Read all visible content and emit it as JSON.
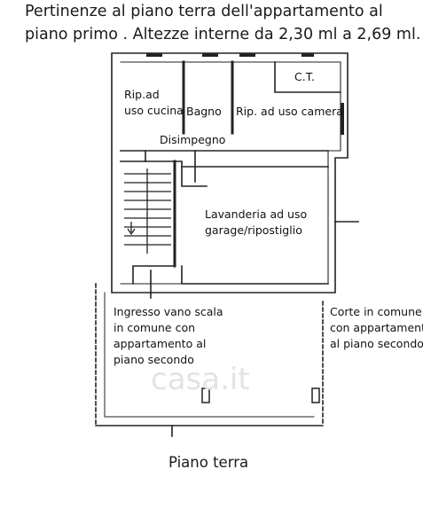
{
  "header": {
    "line1": "Pertinenze al piano terra  dell'appartamento al",
    "line2": "piano primo . Altezze interne da 2,30 ml a 2,69 ml."
  },
  "rooms": {
    "rip_cucina_1": "Rip.ad",
    "rip_cucina_2": "uso cucina",
    "bagno": "Bagno",
    "rip_camera": "Rip. ad uso camera",
    "ct": "C.T.",
    "disimpegno": "Disimpegno",
    "lavanderia_1": "Lavanderia ad uso",
    "lavanderia_2": "garage/ripostiglio",
    "ingresso_1": "Ingresso vano scala",
    "ingresso_2": "in comune con",
    "ingresso_3": "appartamento al",
    "ingresso_4": "piano secondo",
    "corte_1": "Corte in comune",
    "corte_2": "con appartamento",
    "corte_3": "al piano secondo"
  },
  "footer": {
    "title": "Piano terra"
  },
  "watermark": {
    "text": "casa.it"
  }
}
